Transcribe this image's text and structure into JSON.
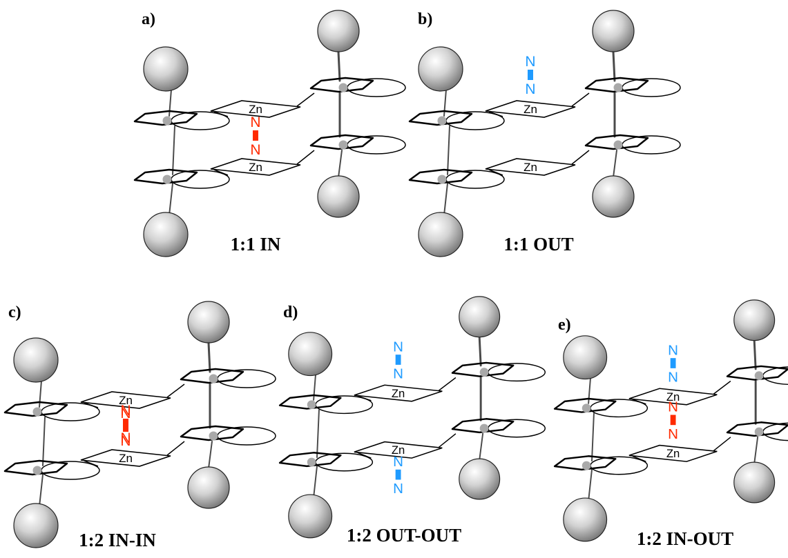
{
  "colors": {
    "in": "#ff2a00",
    "out": "#1f9bff",
    "frame": "#000000",
    "linker": "#4a4a4a",
    "sphere": "#b5b5b5"
  },
  "atoms": {
    "zinc": "Zn",
    "nitrogen": "N"
  },
  "panels": [
    {
      "letter": "a)",
      "caption": "1:1 IN",
      "ligands": [
        {
          "site": "upper-zn",
          "side": "in"
        }
      ]
    },
    {
      "letter": "b)",
      "caption": "1:1 OUT",
      "ligands": [
        {
          "site": "upper-zn",
          "side": "out"
        }
      ]
    },
    {
      "letter": "c)",
      "caption": "1:2 IN-IN",
      "ligands": [
        {
          "site": "upper-zn",
          "side": "in"
        },
        {
          "site": "lower-zn",
          "side": "in"
        }
      ]
    },
    {
      "letter": "d)",
      "caption": "1:2 OUT-OUT",
      "ligands": [
        {
          "site": "upper-zn",
          "side": "out"
        },
        {
          "site": "lower-zn",
          "side": "out"
        }
      ]
    },
    {
      "letter": "e)",
      "caption": "1:2 IN-OUT",
      "ligands": [
        {
          "site": "upper-zn",
          "side": "out"
        },
        {
          "site": "lower-zn",
          "side": "in"
        }
      ]
    }
  ]
}
